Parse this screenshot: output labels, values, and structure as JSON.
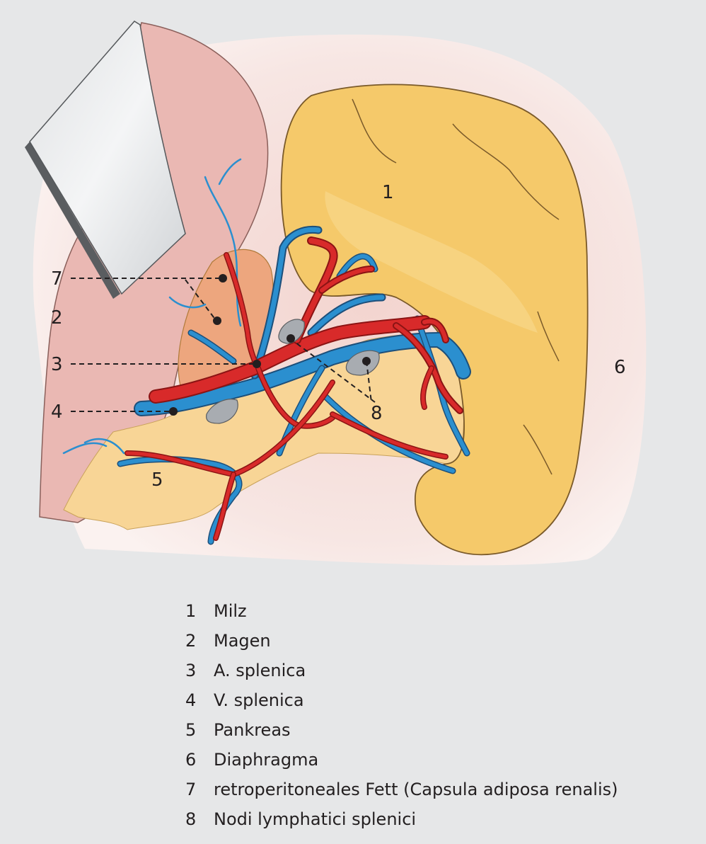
{
  "labels": [
    {
      "num": "1",
      "text": "Milz"
    },
    {
      "num": "2",
      "text": "Magen"
    },
    {
      "num": "3",
      "text": "A. splenica"
    },
    {
      "num": "4",
      "text": "V. splenica"
    },
    {
      "num": "5",
      "text": "Pankreas"
    },
    {
      "num": "6",
      "text": "Diaphragma"
    },
    {
      "num": "7",
      "text": "retroperitoneales Fett (Capsula adiposa renalis)"
    },
    {
      "num": "8",
      "text": "Nodi lymphatici splenici"
    }
  ],
  "colors": {
    "background": "#e6e7e8",
    "diaphragm": "#f4dcd6",
    "stomach": "#eab8b3",
    "spleen": "#f5c96a",
    "pancreas": "#f8d596",
    "fat": "#eda67e",
    "artery": "#d82a2a",
    "vein": "#2b8fcf",
    "lymph_node": "#a8acb1"
  }
}
